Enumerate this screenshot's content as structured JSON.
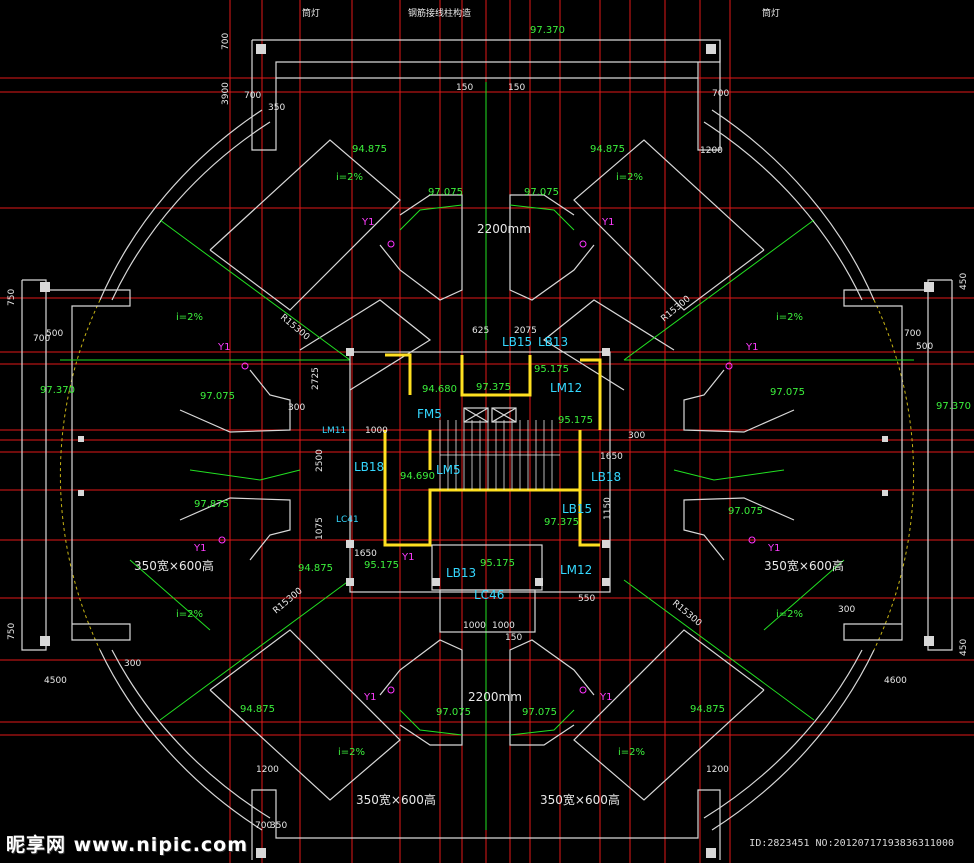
{
  "labels": {
    "top_left": "筒灯",
    "top_mid": "钢筋接线柱构造",
    "top_right": "筒灯",
    "slope_tl": "i=2%",
    "slope_tr": "i=2%",
    "slope_l": "i=2%",
    "slope_r": "i=2%",
    "slope_bl": "i=2%",
    "slope_br": "i=2%",
    "slope_bl2": "i=2%",
    "slope_br2": "i=2%",
    "door_top": "2200mm",
    "door_bottom": "2200mm",
    "radius_tl": "R15300",
    "radius_tr": "R15300",
    "radius_bl": "R15300",
    "radius_br": "R15300",
    "beam_l": "350宽×600高",
    "beam_r": "350宽×600高",
    "beam_bl": "350宽×600高",
    "beam_br": "350宽×600高"
  },
  "elevations": {
    "top_center": "97.370",
    "tl": "94.875",
    "tr": "94.875",
    "tl2": "97.075",
    "tr2": "97.075",
    "left": "97.370",
    "right": "97.370",
    "l2": "97.075",
    "r2": "97.075",
    "l3": "97.875",
    "r3": "97.075",
    "bl": "94.875",
    "br": "94.875",
    "bl2": "97.075",
    "br2": "97.075",
    "c1": "94.680",
    "c2": "97.375",
    "c3": "95.175",
    "c4": "95.175",
    "c5": "94.690",
    "c6": "97.375",
    "c7": "95.175",
    "c8": "94.875",
    "c9": "95.175"
  },
  "beams": {
    "lb15": "LB15",
    "lb13": "LB13",
    "lm12a": "LM12",
    "lb18a": "LB18",
    "lm5": "LM5",
    "lb18b": "LB18",
    "lb15b": "LB15",
    "lm12b": "LM12",
    "lb13b": "LB13",
    "lc46": "LC46",
    "fm5": "FM5",
    "lm11": "LM11",
    "lc41": "LC41"
  },
  "marks": {
    "y1": "Y1"
  },
  "dims": {
    "d700": "700",
    "d3900": "3900",
    "d150": "150",
    "d350": "350",
    "d500": "500",
    "d1200": "1200",
    "d4500": "4500",
    "d4600": "4600",
    "d1650": "1650",
    "d300": "300",
    "d1000": "1000",
    "d2500": "2500",
    "d1075": "1075",
    "d2075": "2075",
    "d625": "625",
    "d1150": "1150",
    "d550": "550",
    "d450": "450",
    "d750": "750",
    "d2725": "2725"
  },
  "watermark": "昵享网 www.nipic.com",
  "image_id": "ID:2823451 NO:20120717193836311000"
}
